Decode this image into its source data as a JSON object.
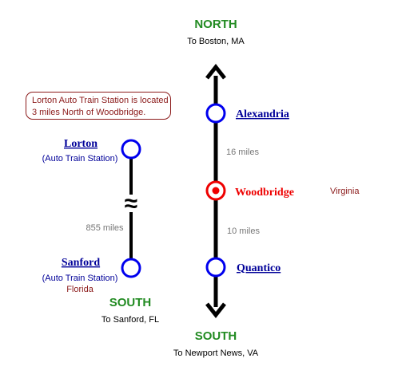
{
  "colors": {
    "heading_green": "#228b22",
    "link_blue": "#000099",
    "station_blue": "#0000ee",
    "highlight_red": "#ee0000",
    "note_red": "#8b1a1a",
    "distance_gray": "#777777"
  },
  "note": {
    "text": "Lorton Auto Train Station is located 3 miles North of Woodbridge."
  },
  "left_route": {
    "top_station": {
      "name": "Lorton",
      "sublabel": "(Auto Train Station)"
    },
    "break_symbol": "≈",
    "distance": "855 miles",
    "bottom_station": {
      "name": "Sanford",
      "sublabel": "(Auto Train Station)",
      "state": "Florida"
    },
    "direction": {
      "label": "SOUTH",
      "sublabel": "To Sanford, FL"
    }
  },
  "main_route": {
    "north": {
      "label": "NORTH",
      "sublabel": "To Boston, MA"
    },
    "stations": [
      {
        "name": "Alexandria"
      },
      {
        "name": "Woodbridge",
        "state": "Virginia"
      },
      {
        "name": "Quantico"
      }
    ],
    "distances": [
      "16 miles",
      "10 miles"
    ],
    "south": {
      "label": "SOUTH",
      "sublabel": "To Newport News, VA"
    }
  }
}
